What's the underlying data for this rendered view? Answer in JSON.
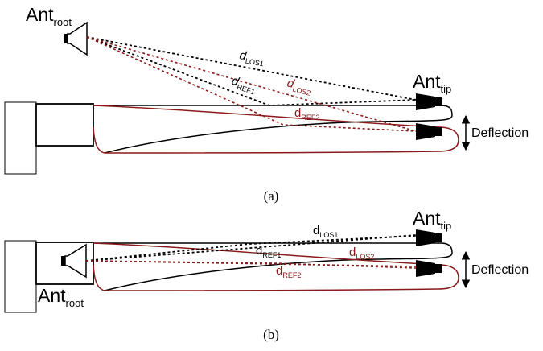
{
  "panels": [
    {
      "caption": "(a)",
      "ant_root": {
        "main": "Ant",
        "sub": "root"
      },
      "ant_tip": {
        "main": "Ant",
        "sub": "tip"
      },
      "d_los1": {
        "main": "d",
        "sub": "LOS1"
      },
      "d_ref1": {
        "main": "d",
        "sub": "REF1"
      },
      "d_los2": {
        "main": "d",
        "sub": "LOS2"
      },
      "d_ref2": {
        "main": "d",
        "sub": "REF2"
      },
      "deflection": "Deflection"
    },
    {
      "caption": "(b)",
      "ant_root": {
        "main": "Ant",
        "sub": "root"
      },
      "ant_tip": {
        "main": "Ant",
        "sub": "tip"
      },
      "d_los1": {
        "main": "d",
        "sub": "LOS1"
      },
      "d_ref1": {
        "main": "d",
        "sub": "REF1"
      },
      "d_los2": {
        "main": "d",
        "sub": "LOS2"
      },
      "d_ref2": {
        "main": "d",
        "sub": "REF2"
      },
      "deflection": "Deflection"
    }
  ],
  "colors": {
    "straight": "#000000",
    "deflected": "#8b1a1a"
  }
}
